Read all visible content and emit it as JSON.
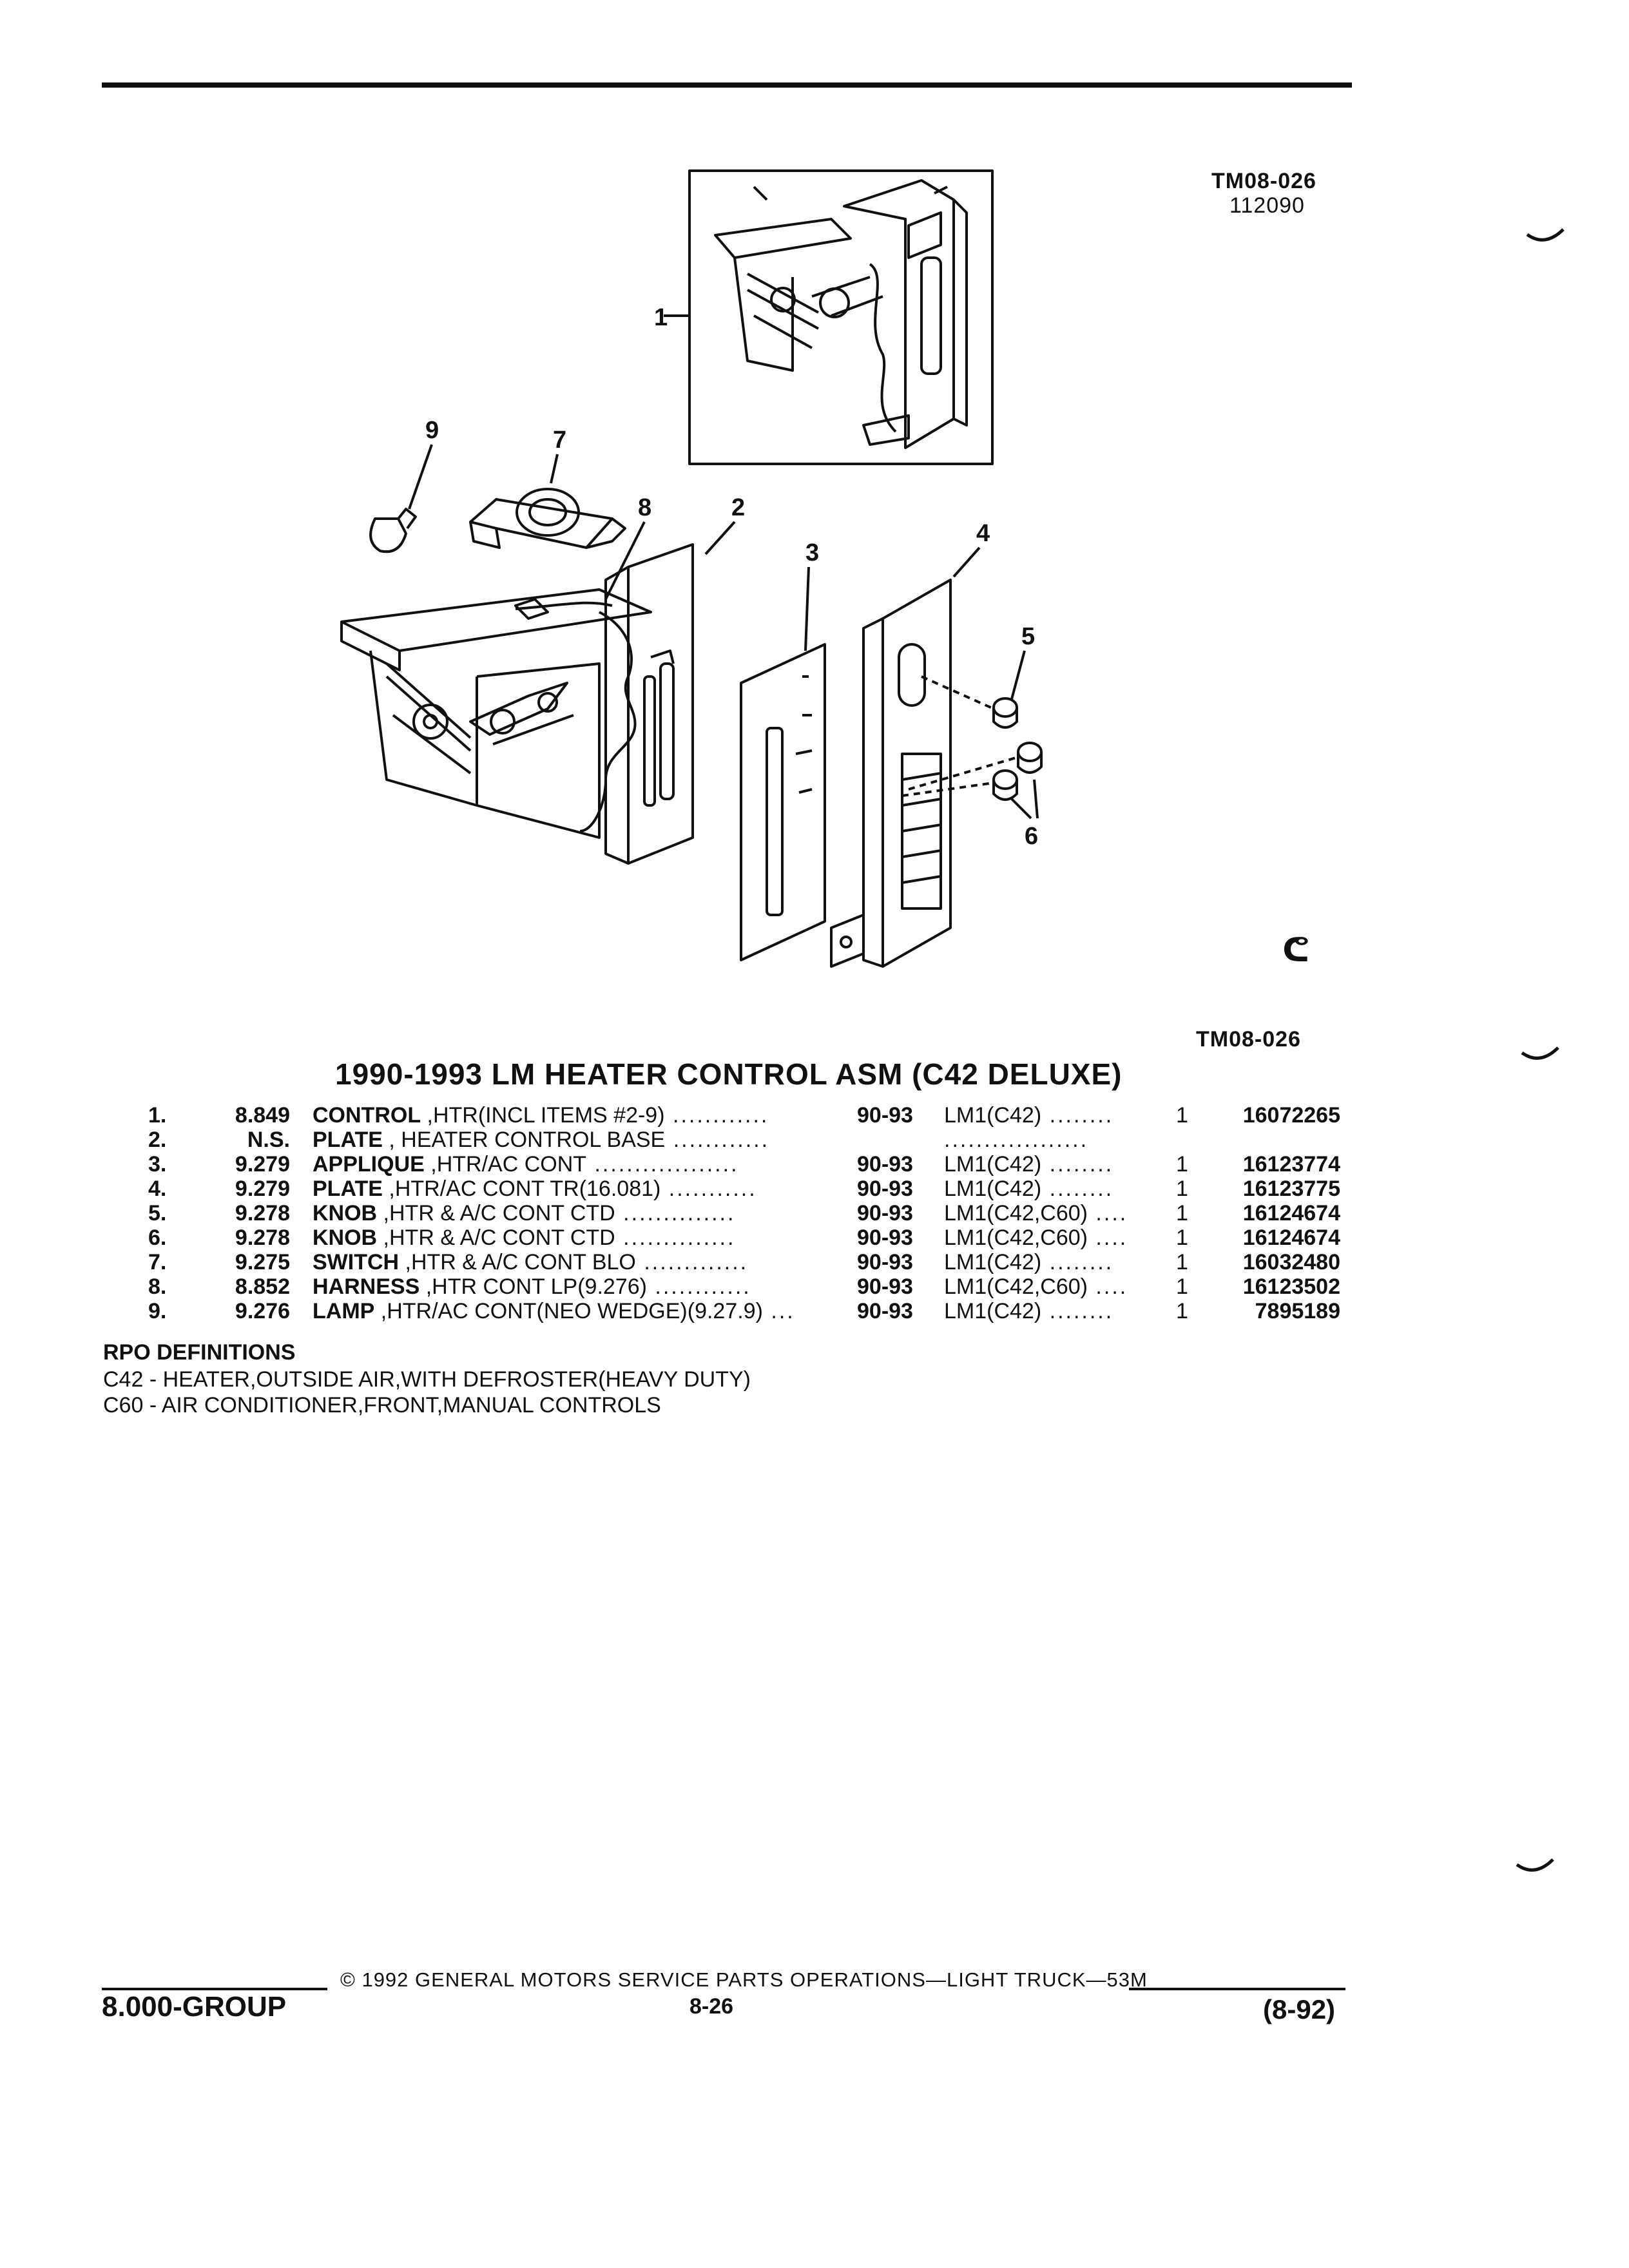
{
  "header": {
    "fig_id": "TM08-026",
    "date_code": "112090"
  },
  "diagram": {
    "callouts": [
      "1",
      "2",
      "3",
      "4",
      "5",
      "6",
      "7",
      "8",
      "9"
    ],
    "bottom_id": "TM08-026",
    "logo_symbol": "ᕦ"
  },
  "title": "1990-1993 LM HEATER CONTROL ASM (C42 DELUXE)",
  "parts": [
    {
      "idx": "1.",
      "ref": "8.849",
      "name": "CONTROL",
      "desc": " ,HTR(INCL ITEMS #2-9)",
      "dots": " ............",
      "years": "90-93",
      "model": "LM1(C42)",
      "model_dots": " ........",
      "qty": "1",
      "part_no": "16072265"
    },
    {
      "idx": "2.",
      "ref": "N.S.",
      "name": "PLATE",
      "desc": " , HEATER CONTROL BASE",
      "dots": " ............",
      "years": "",
      "model": "",
      "model_dots": "..................",
      "qty": "",
      "part_no": ""
    },
    {
      "idx": "3.",
      "ref": "9.279",
      "name": "APPLIQUE",
      "desc": " ,HTR/AC CONT",
      "dots": " ..................",
      "years": "90-93",
      "model": "LM1(C42)",
      "model_dots": " ........",
      "qty": "1",
      "part_no": "16123774"
    },
    {
      "idx": "4.",
      "ref": "9.279",
      "name": "PLATE",
      "desc": " ,HTR/AC CONT TR(16.081)",
      "dots": " ...........",
      "years": "90-93",
      "model": "LM1(C42)",
      "model_dots": " ........",
      "qty": "1",
      "part_no": "16123775"
    },
    {
      "idx": "5.",
      "ref": "9.278",
      "name": "KNOB",
      "desc": " ,HTR & A/C CONT CTD",
      "dots": " ..............",
      "years": "90-93",
      "model": "LM1(C42,C60)",
      "model_dots": " ....",
      "qty": "1",
      "part_no": "16124674"
    },
    {
      "idx": "6.",
      "ref": "9.278",
      "name": "KNOB",
      "desc": " ,HTR & A/C CONT CTD",
      "dots": " ..............",
      "years": "90-93",
      "model": "LM1(C42,C60)",
      "model_dots": " ....",
      "qty": "1",
      "part_no": "16124674"
    },
    {
      "idx": "7.",
      "ref": "9.275",
      "name": "SWITCH",
      "desc": " ,HTR & A/C CONT BLO",
      "dots": " .............",
      "years": "90-93",
      "model": "LM1(C42)",
      "model_dots": " ........",
      "qty": "1",
      "part_no": "16032480"
    },
    {
      "idx": "8.",
      "ref": "8.852",
      "name": "HARNESS",
      "desc": " ,HTR CONT LP(9.276)",
      "dots": " ............",
      "years": "90-93",
      "model": "LM1(C42,C60)",
      "model_dots": " ....",
      "qty": "1",
      "part_no": "16123502"
    },
    {
      "idx": "9.",
      "ref": "9.276",
      "name": "LAMP",
      "desc": " ,HTR/AC CONT(NEO WEDGE)(9.27.9)",
      "dots": " ...",
      "years": "90-93",
      "model": "LM1(C42)",
      "model_dots": " ........",
      "qty": "1",
      "part_no": "7895189"
    }
  ],
  "rpo": {
    "heading": "RPO DEFINITIONS",
    "items": [
      "C42 - HEATER,OUTSIDE AIR,WITH DEFROSTER(HEAVY DUTY)",
      "C60 - AIR CONDITIONER,FRONT,MANUAL CONTROLS"
    ]
  },
  "footer": {
    "group": "8.000-GROUP",
    "copyright": "© 1992 GENERAL MOTORS SERVICE PARTS OPERATIONS—LIGHT TRUCK—53M",
    "page": "8-26",
    "revision": "(8-92)"
  }
}
